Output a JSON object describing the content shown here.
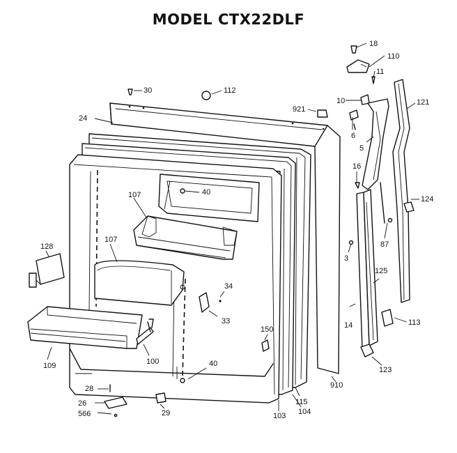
{
  "title": "MODEL CTX22DLF",
  "labels": {
    "p18": "18",
    "p110": "110",
    "p11": "11",
    "p10": "10",
    "p6": "6",
    "p5": "5",
    "p121": "121",
    "p30": "30",
    "p112": "112",
    "p921": "921",
    "p24": "24",
    "p16": "16",
    "p124": "124",
    "p107a": "107",
    "p40a": "40",
    "p87": "87",
    "p107b": "107",
    "p128": "128",
    "p3": "3",
    "p125": "125",
    "p34": "34",
    "p33": "33",
    "p14": "14",
    "p113": "113",
    "p150": "150",
    "p109": "109",
    "p100": "100",
    "p40b": "40",
    "p123": "123",
    "p910": "910",
    "p28": "28",
    "p115": "115",
    "p26": "26",
    "p29": "29",
    "p103": "103",
    "p104": "104",
    "p566": "566"
  }
}
